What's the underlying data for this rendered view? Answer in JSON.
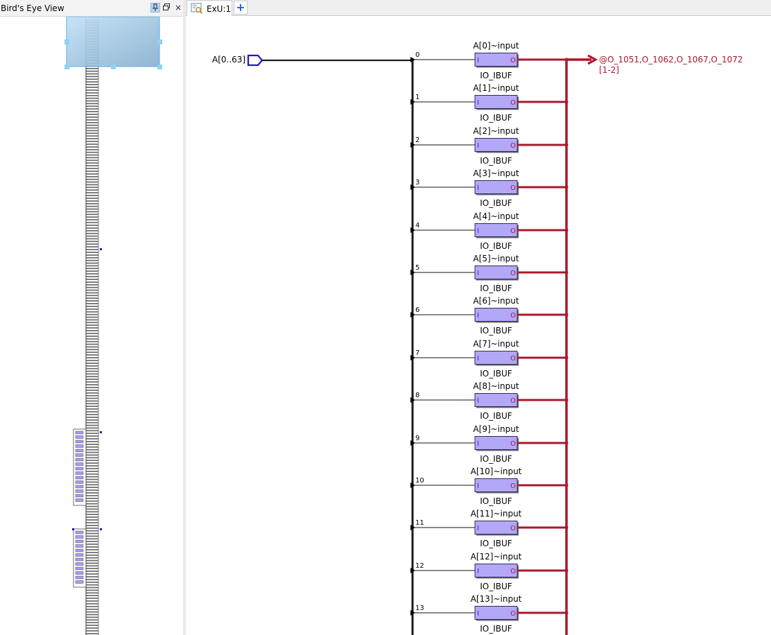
{
  "birds_eye": {
    "title": "Bird's Eye View",
    "pin_icon": "pin-icon",
    "float_icon": "float-window-icon",
    "close_icon": "close-icon",
    "close_glyph": "×",
    "float_glyph": "🗗"
  },
  "tabs": {
    "items": [
      {
        "label": "ExU:1",
        "icon": "schematic-icon"
      }
    ],
    "add_glyph": "+"
  },
  "schematic": {
    "input_port": "A[0..63]",
    "output_label": "@O_1051,O_1062,O_1067,O_1072",
    "output_range": "[1-2]",
    "cell_type": "IO_IBUF",
    "pin_in": "I",
    "pin_out": "O",
    "colors": {
      "bus": "#1a1a1a",
      "net_out": "#a8182c",
      "cell_fill": "#b3a8f8",
      "cell_border": "#2b2b52",
      "port": "#1a1ac8"
    },
    "buffers": [
      {
        "index": "0",
        "name": "A[0]~input"
      },
      {
        "index": "1",
        "name": "A[1]~input"
      },
      {
        "index": "2",
        "name": "A[2]~input"
      },
      {
        "index": "3",
        "name": "A[3]~input"
      },
      {
        "index": "4",
        "name": "A[4]~input"
      },
      {
        "index": "5",
        "name": "A[5]~input"
      },
      {
        "index": "6",
        "name": "A[6]~input"
      },
      {
        "index": "7",
        "name": "A[7]~input"
      },
      {
        "index": "8",
        "name": "A[8]~input"
      },
      {
        "index": "9",
        "name": "A[9]~input"
      },
      {
        "index": "10",
        "name": "A[10]~input"
      },
      {
        "index": "11",
        "name": "A[11]~input"
      },
      {
        "index": "12",
        "name": "A[12]~input"
      },
      {
        "index": "13",
        "name": "A[13]~input"
      }
    ]
  }
}
